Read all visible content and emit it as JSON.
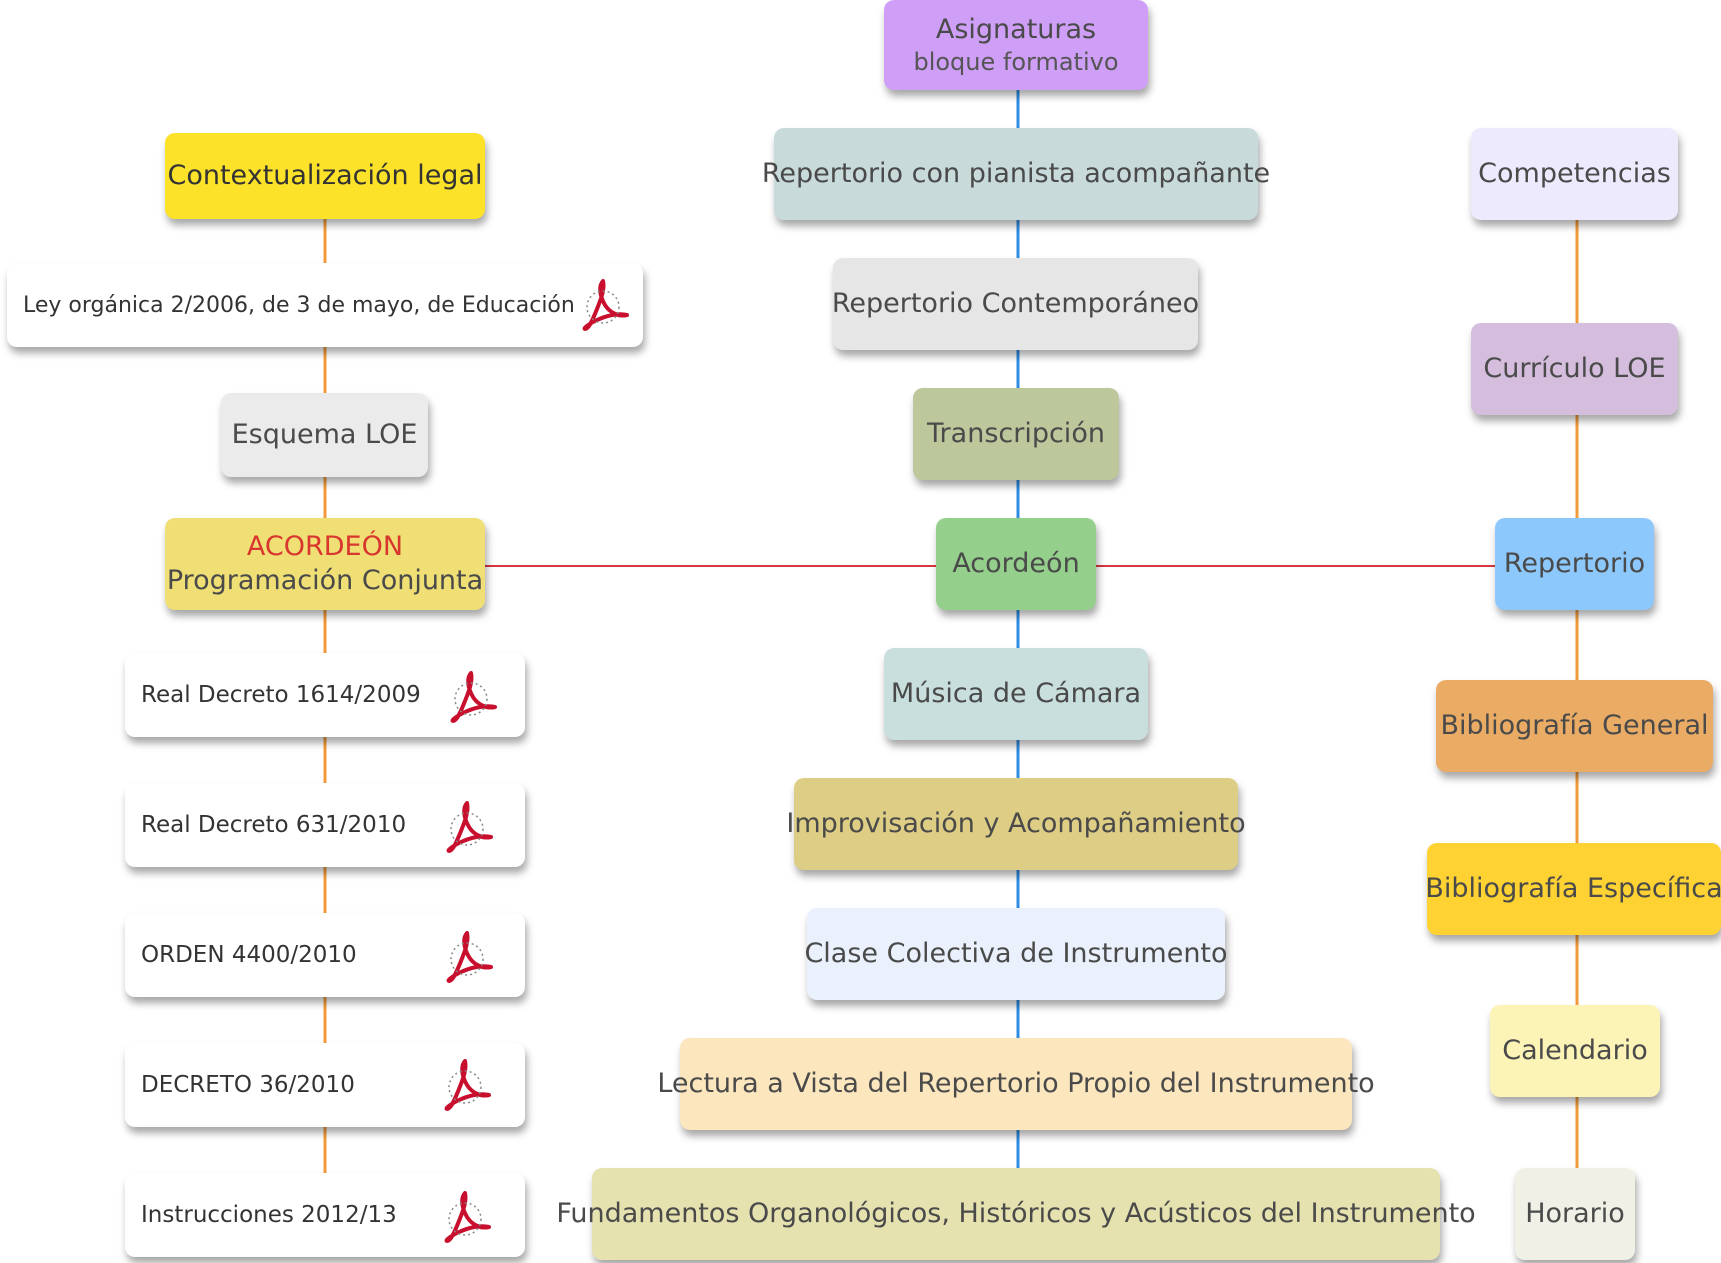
{
  "colors": {
    "blue_line": "#2f8de4",
    "orange_line": "#f29a3a",
    "red_line": "#d9363e",
    "pdf_icon": "#c8102e"
  },
  "center": {
    "asignaturas_title": "Asignaturas",
    "asignaturas_subtitle": "bloque formativo",
    "main": "Acordeón",
    "subjects": [
      "Repertorio con pianista acompañante",
      "Repertorio Contemporáneo",
      "Transcripción",
      "Música de Cámara",
      "Improvisación y Acompañamiento",
      "Clase Colectiva de Instrumento",
      "Lectura a Vista del Repertorio Propio del Instrumento",
      "Fundamentos Organológicos, Históricos y Acústicos del Instrumento"
    ]
  },
  "left": {
    "legal": "Contextualización legal",
    "ley": "Ley orgánica 2/2006, de 3 de mayo, de Educación",
    "esquema": "Esquema LOE",
    "programacion_title": "ACORDEÓN",
    "programacion_subtitle": "Programación Conjunta",
    "documents": [
      "Real Decreto 1614/2009",
      "Real Decreto 631/2010",
      "ORDEN 4400/2010",
      "DECRETO 36/2010",
      "Instrucciones 2012/13"
    ]
  },
  "right": {
    "items": [
      "Competencias",
      "Currículo LOE",
      "Repertorio",
      "Bibliografía General",
      "Bibliografía Específica",
      "Calendario",
      "Horario"
    ]
  }
}
